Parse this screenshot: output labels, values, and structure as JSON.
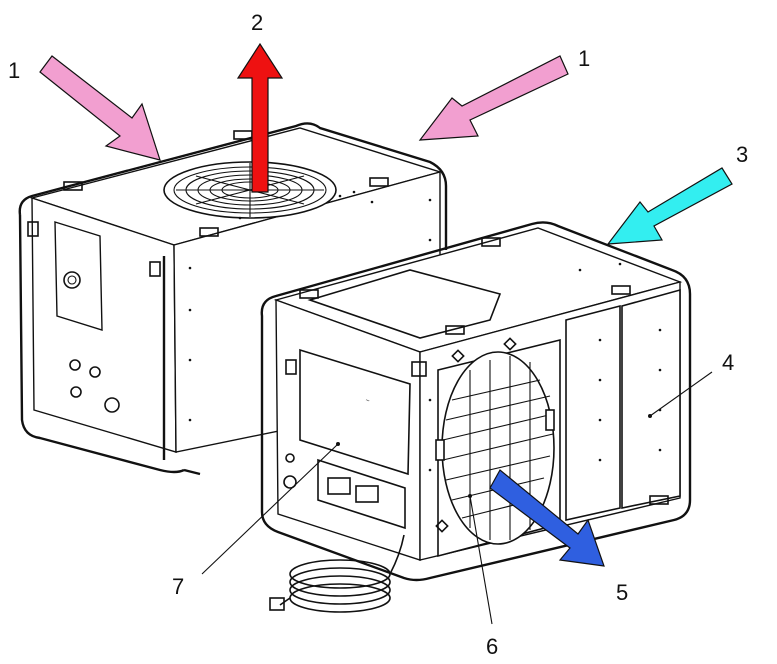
{
  "callouts": {
    "c1a": "1",
    "c1b": "1",
    "c2": "2",
    "c3": "3",
    "c4": "4",
    "c5": "5",
    "c6": "6",
    "c7": "7"
  },
  "arrow_colors": {
    "intake": "#f29fd0",
    "exhaust_top": "#ee1111",
    "intake_cold": "#33eef0",
    "exhaust_front": "#2f5fe0"
  }
}
